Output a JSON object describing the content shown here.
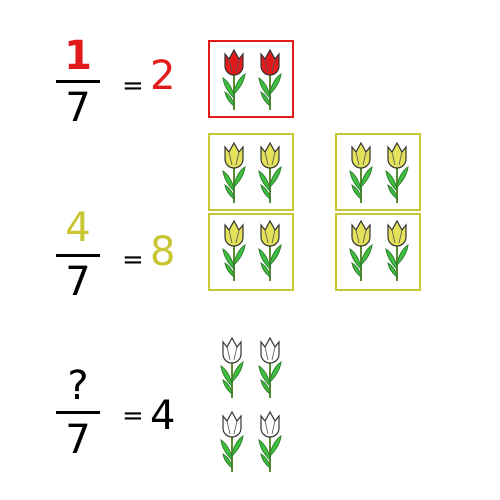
{
  "rows": [
    {
      "numerator": "1",
      "denominator": "7",
      "equals": "=",
      "result": "2",
      "color": "#e11b1b",
      "tulips": 2,
      "tulip_color": "#e11b1b"
    },
    {
      "numerator": "4",
      "denominator": "7",
      "equals": "=",
      "result": "8",
      "color": "#c8c632",
      "tulips": 8,
      "tulip_color": "#e3e25a"
    },
    {
      "numerator": "?",
      "denominator": "7",
      "equals": "=",
      "result": "4",
      "color": "#000000",
      "tulips": 4,
      "tulip_color": "#ffffff"
    }
  ]
}
